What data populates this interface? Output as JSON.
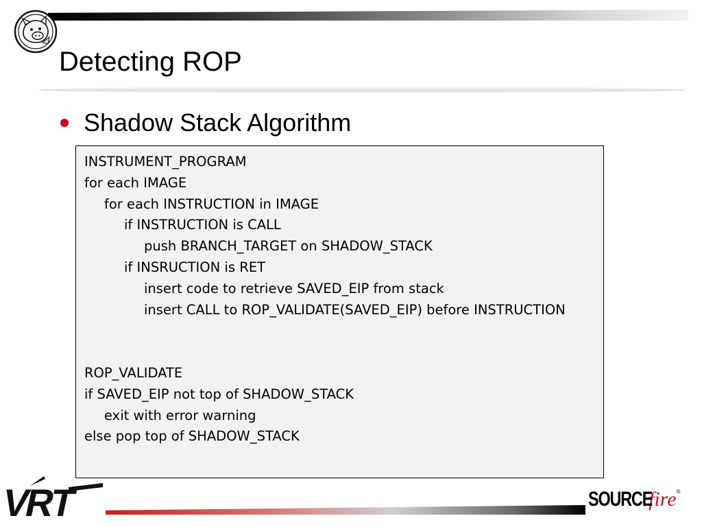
{
  "slide": {
    "title": "Detecting ROP",
    "bullet": "Shadow Stack Algorithm"
  },
  "code": {
    "lines": [
      {
        "indent": 0,
        "text": "INSTRUMENT_PROGRAM"
      },
      {
        "indent": 0,
        "text": "for each IMAGE"
      },
      {
        "indent": 1,
        "text": "for each INSTRUCTION in IMAGE"
      },
      {
        "indent": 2,
        "text": "if INSTRUCTION is CALL"
      },
      {
        "indent": 3,
        "text": "push BRANCH_TARGET on SHADOW_STACK"
      },
      {
        "indent": 2,
        "text": "if INSRUCTION is RET"
      },
      {
        "indent": 3,
        "text": "insert code to retrieve SAVED_EIP from stack"
      },
      {
        "indent": 3,
        "text": "insert CALL to ROP_VALIDATE(SAVED_EIP) before INSTRUCTION"
      },
      {
        "indent": 0,
        "text": ""
      },
      {
        "indent": 0,
        "text": ""
      },
      {
        "indent": 0,
        "text": "ROP_VALIDATE"
      },
      {
        "indent": 0,
        "text": "if SAVED_EIP not top of SHADOW_STACK"
      },
      {
        "indent": 1,
        "text": "exit with error warning"
      },
      {
        "indent": 0,
        "text": "else pop top of SHADOW_STACK"
      }
    ]
  },
  "footer": {
    "left_logo": "VRT",
    "right_logo_source": "SOURCE",
    "right_logo_fire": "fire",
    "right_logo_mark": "®"
  },
  "colors": {
    "bullet": "#d0001c",
    "brand_red": "#c8102e",
    "code_background": "#f2f2f2"
  },
  "icons": {
    "header_badge": "pig-head-logo-icon",
    "bullet": "bullet-dot-icon"
  }
}
